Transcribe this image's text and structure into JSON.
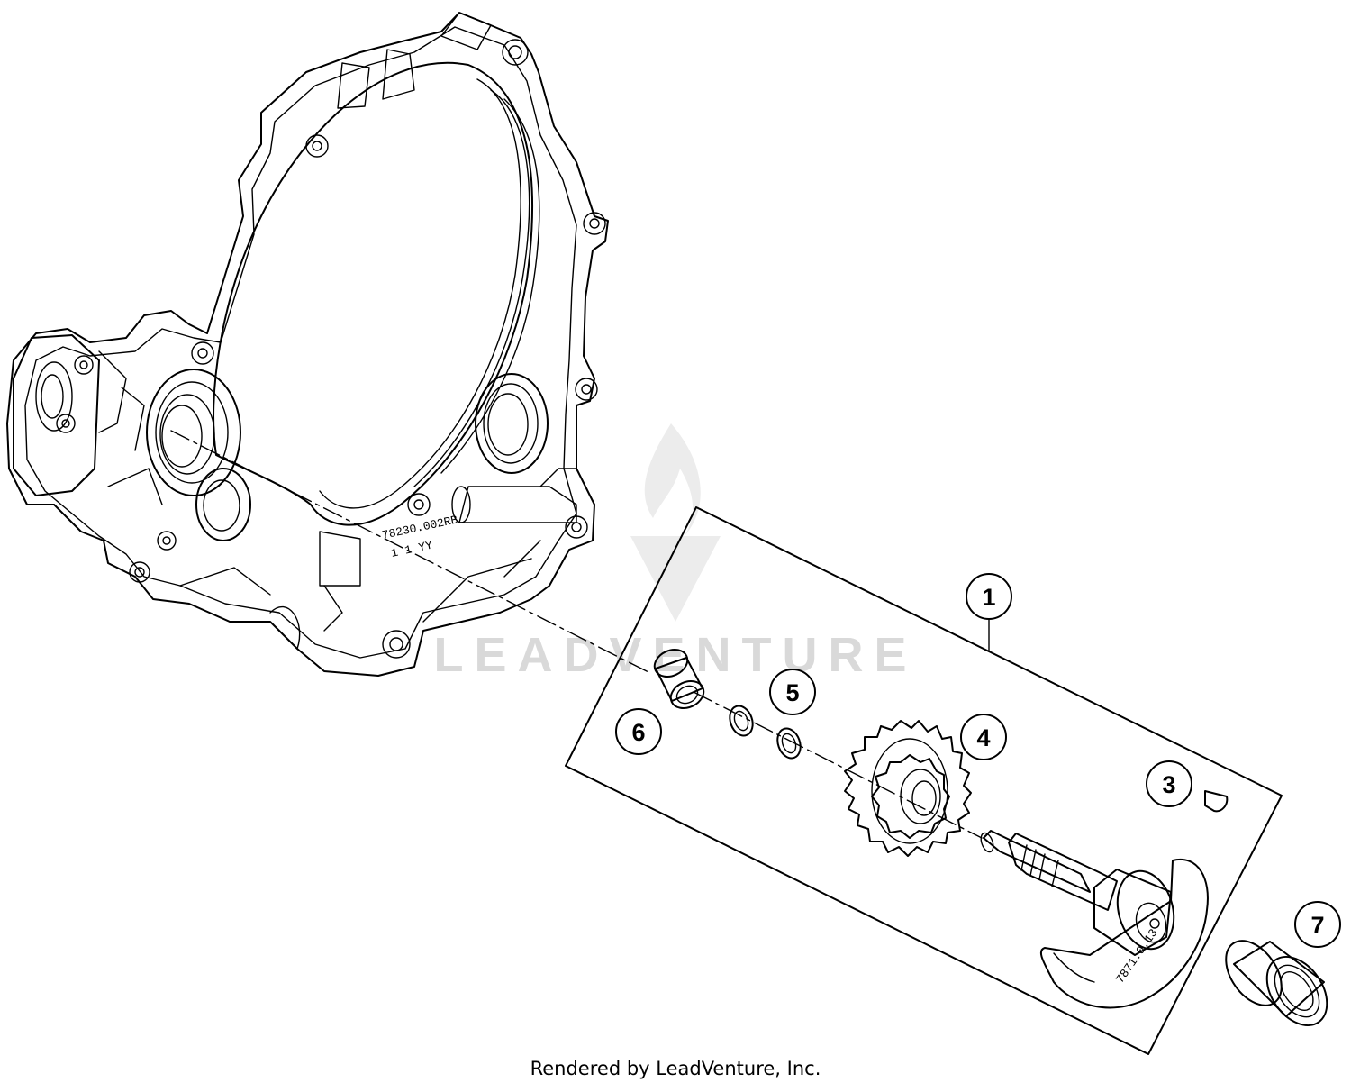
{
  "watermark": {
    "text": "LEADVENTURE"
  },
  "housing": {
    "casting_numbers": [
      "78230.002RB",
      "1 1  YY"
    ]
  },
  "kickstarter_shaft": {
    "casting_number": "7871.0.13"
  },
  "callouts": [
    {
      "id": "1",
      "label": "1"
    },
    {
      "id": "3",
      "label": "3"
    },
    {
      "id": "4",
      "label": "4"
    },
    {
      "id": "5",
      "label": "5"
    },
    {
      "id": "6",
      "label": "6"
    },
    {
      "id": "7",
      "label": "7"
    }
  ],
  "footer": {
    "text": "Rendered by LeadVenture, Inc."
  }
}
